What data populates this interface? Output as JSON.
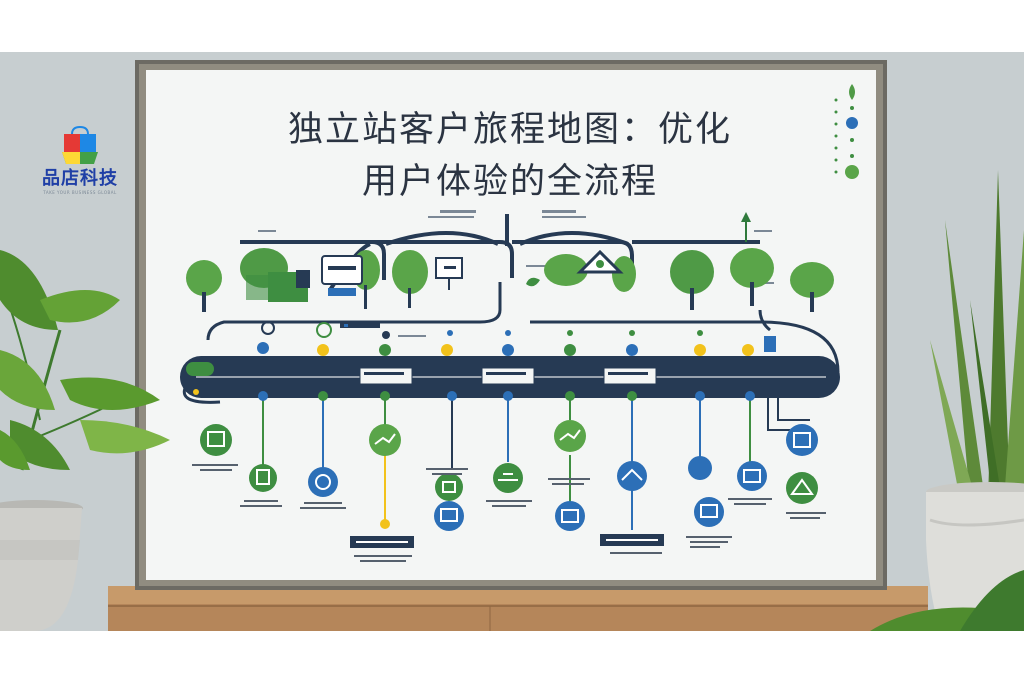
{
  "poster": {
    "title_line1": "独立站客户旅程地图：优化",
    "title_line2": "用户体验的全流程"
  },
  "brand": {
    "name": "品店科技",
    "tagline": "TAKE YOUR BUSINESS GLOBAL",
    "logo_icon": "shopping-bag-icon"
  },
  "colors": {
    "wall": "#ccd2d4",
    "frame": "#6f6f68",
    "board": "#f4f6f5",
    "track": "#263a54",
    "tree": "#5aa549",
    "node_blue": "#2c6fb7",
    "node_green": "#3e8e41",
    "node_yellow": "#f2c21b",
    "title_text": "#2b3442",
    "brand_blue": "#1f3fa6"
  }
}
